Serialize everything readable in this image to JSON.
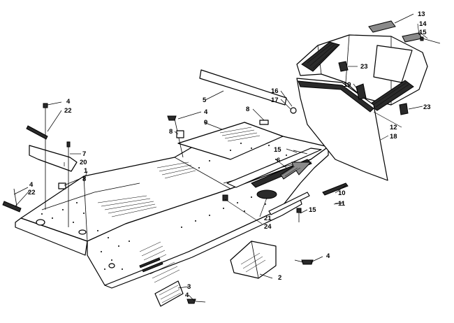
{
  "callouts": [
    {
      "id": "c1",
      "text": "1"
    },
    {
      "id": "c2",
      "text": "2"
    },
    {
      "id": "c3",
      "text": "3"
    },
    {
      "id": "c4a",
      "text": "4"
    },
    {
      "id": "c4b",
      "text": "4"
    },
    {
      "id": "c4c",
      "text": "4"
    },
    {
      "id": "c4d",
      "text": "4"
    },
    {
      "id": "c4e",
      "text": "4"
    },
    {
      "id": "c5",
      "text": "5"
    },
    {
      "id": "c6",
      "text": "6"
    },
    {
      "id": "c7",
      "text": "7"
    },
    {
      "id": "c8a",
      "text": "8"
    },
    {
      "id": "c8b",
      "text": "8"
    },
    {
      "id": "c8c",
      "text": "8"
    },
    {
      "id": "c9",
      "text": "9"
    },
    {
      "id": "c10",
      "text": "10"
    },
    {
      "id": "c11",
      "text": "11"
    },
    {
      "id": "c12",
      "text": "12"
    },
    {
      "id": "c13",
      "text": "13"
    },
    {
      "id": "c14",
      "text": "14"
    },
    {
      "id": "c15a",
      "text": "15"
    },
    {
      "id": "c15b",
      "text": "15"
    },
    {
      "id": "c15c",
      "text": "15"
    },
    {
      "id": "c16",
      "text": "16"
    },
    {
      "id": "c17",
      "text": "17"
    },
    {
      "id": "c18",
      "text": "18"
    },
    {
      "id": "c19",
      "text": "19"
    },
    {
      "id": "c20",
      "text": "20"
    },
    {
      "id": "c21",
      "text": "21"
    },
    {
      "id": "c22a",
      "text": "22"
    },
    {
      "id": "c22b",
      "text": "22"
    },
    {
      "id": "c23a",
      "text": "23"
    },
    {
      "id": "c23b",
      "text": "23"
    },
    {
      "id": "c24",
      "text": "24"
    }
  ]
}
